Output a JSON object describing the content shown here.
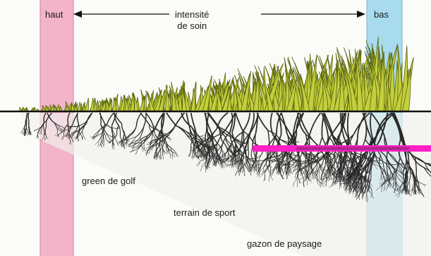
{
  "title": "",
  "labels": {
    "high": "haut",
    "low": "bas",
    "intensity_line1": "intensité",
    "intensity_line2": "de soin",
    "golf_green": "green de golf",
    "sports_field": "terrain de sport",
    "landscape_lawn": "gazon de paysage"
  },
  "colors": {
    "high_band": "#f3b3c9",
    "low_band": "#a9dbee",
    "grass": "#c3cf3c",
    "grass_dark": "#5a6410",
    "roots": "#2a2a2a",
    "highlight_bar": "#ff1fc6",
    "ground": "#111111"
  },
  "icons": {
    "left_arrow": "arrow-left-icon",
    "right_arrow": "arrow-right-icon"
  }
}
